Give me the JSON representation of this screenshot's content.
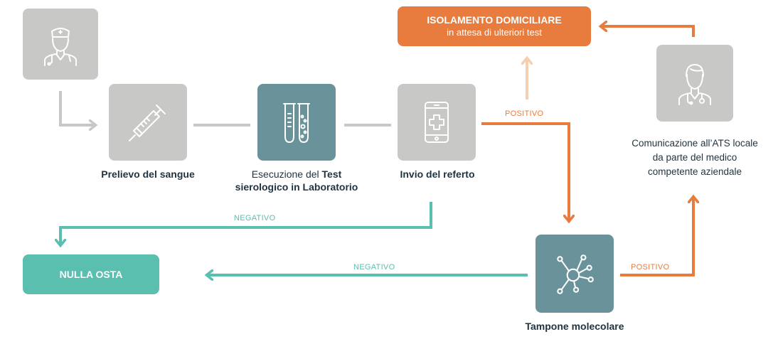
{
  "nodes": {
    "prelievo": "Prelievo del sangue",
    "esecuzione_prefix": "Esecuzione del ",
    "esecuzione_bold1": "Test",
    "esecuzione_bold2": "sierologico in Laboratorio",
    "invio": "Invio del referto",
    "tampone": "Tampone molecolare",
    "comunicazione_l1": "Comunicazione all’ATS locale",
    "comunicazione_l2": "da parte del medico",
    "comunicazione_l3": "competente aziendale"
  },
  "outcomes": {
    "isolamento_title": "ISOLAMENTO DOMICILIARE",
    "isolamento_sub": "in attesa di ulteriori test",
    "nulla_osta": "NULLA OSTA"
  },
  "edges": {
    "positivo_referto": "POSITIVO",
    "negativo_referto": "NEGATIVO",
    "negativo_tampone": "NEGATIVO",
    "positivo_tampone": "POSITIVO"
  },
  "colors": {
    "gray_box": "#c8c8c6",
    "teal_box": "#6a929a",
    "orange": "#e87c3e",
    "light_orange": "#f6cfb1",
    "green": "#5bbfaf",
    "text": "#1f3340"
  },
  "icons": [
    "doctor-icon",
    "syringe-icon",
    "test-tubes-icon",
    "phone-plus-icon",
    "molecule-icon",
    "doctor-stethoscope-icon"
  ]
}
